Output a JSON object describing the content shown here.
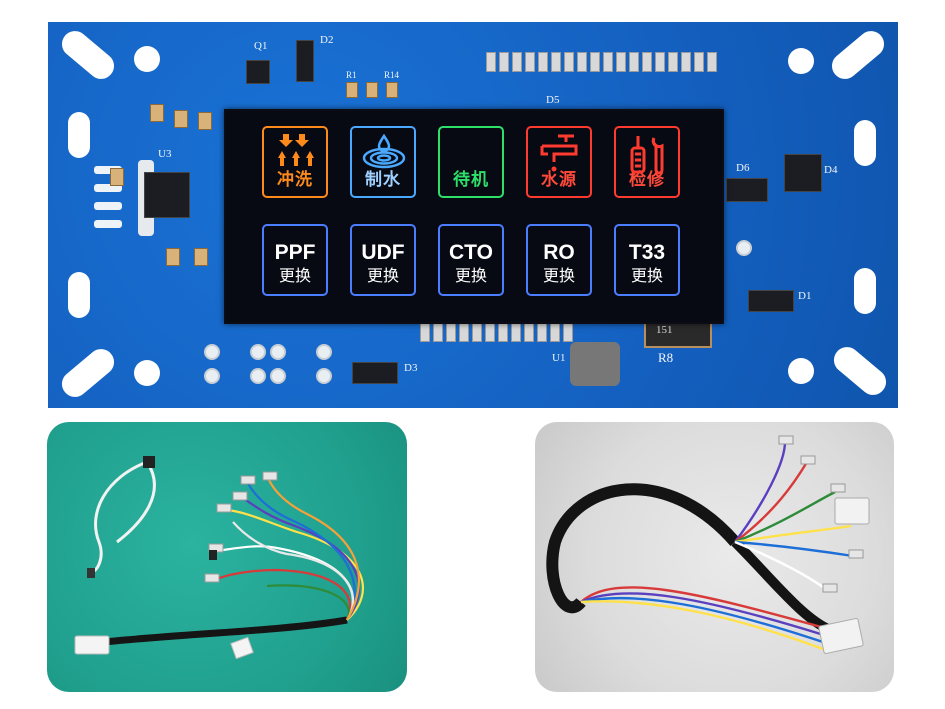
{
  "pcb": {
    "silkscreen": [
      "Q1",
      "D2",
      "U3",
      "D5",
      "D6",
      "D4",
      "D1",
      "D3",
      "U1",
      "R8",
      "151",
      "R1",
      "R14"
    ]
  },
  "lcd": {
    "top_row": [
      {
        "label": "冲洗",
        "color": "#ff8a1c",
        "icon": "flush-arrows-icon"
      },
      {
        "label": "制水",
        "color": "#4aa8ff",
        "icon": "water-drop-ripple-icon"
      },
      {
        "label": "待机",
        "color": "#2ee06a",
        "icon": "moon-icon"
      },
      {
        "label": "水源",
        "color": "#ff3a2e",
        "icon": "faucet-icon"
      },
      {
        "label": "检修",
        "color": "#ff3a2e",
        "icon": "tools-icon"
      }
    ],
    "bottom_row": [
      {
        "code": "PPF",
        "label": "更换",
        "color": "#4a7dff"
      },
      {
        "code": "UDF",
        "label": "更换",
        "color": "#4a7dff"
      },
      {
        "code": "CTO",
        "label": "更换",
        "color": "#4a7dff"
      },
      {
        "code": "RO",
        "label": "更换",
        "color": "#4a7dff"
      },
      {
        "code": "T33",
        "label": "更换",
        "color": "#4a7dff"
      }
    ]
  },
  "photos": {
    "left": {
      "subject": "wire-harness-green-bg"
    },
    "right": {
      "subject": "wire-harness-grey-bg"
    }
  }
}
